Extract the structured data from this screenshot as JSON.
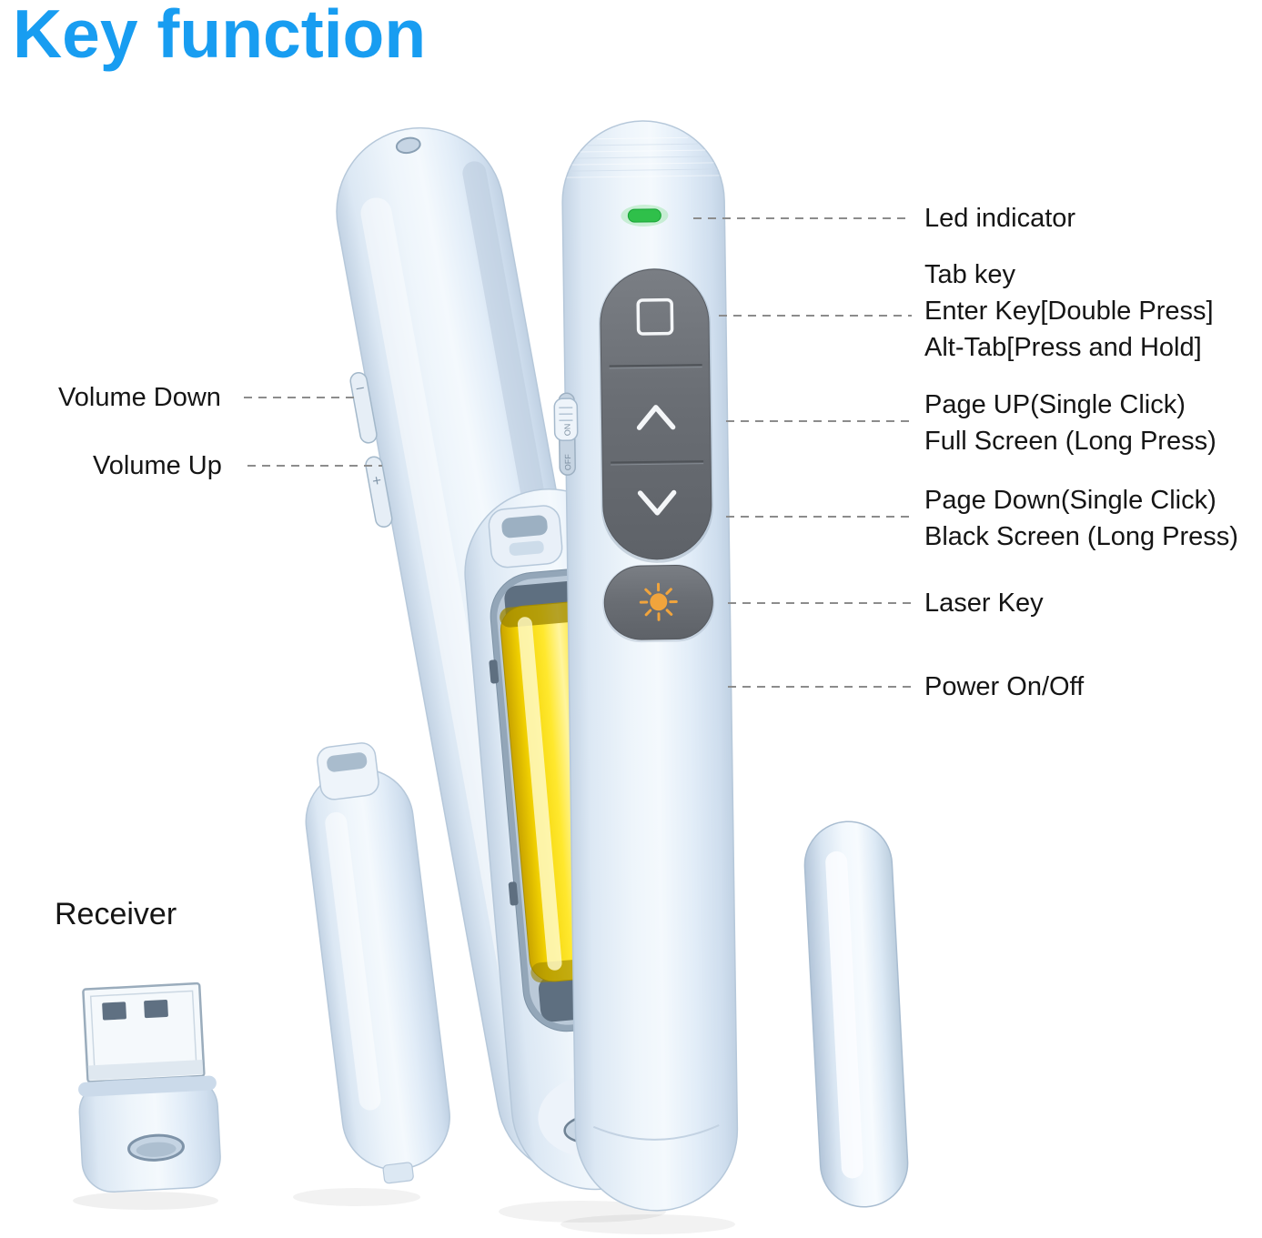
{
  "title": "Key function",
  "labels": {
    "led_indicator": "Led indicator",
    "tab_key": "Tab key",
    "enter_key": "Enter Key[Double Press]",
    "alt_tab": "Alt-Tab[Press and Hold]",
    "page_up": "Page UP(Single Click)",
    "full_screen": "Full Screen (Long Press)",
    "page_down": "Page Down(Single Click)",
    "black_screen": "Black Screen (Long Press)",
    "laser_key": "Laser Key",
    "power": "Power On/Off",
    "volume_down": "Volume Down",
    "volume_up": "Volume Up",
    "receiver": "Receiver"
  },
  "device": {
    "switch_on": "ON",
    "switch_off": "OFF",
    "volume_minus": "−",
    "volume_plus": "+"
  },
  "icons": {
    "led": "led-indicator-light",
    "tab": "tab-square-icon",
    "page_up": "chevron-up-icon",
    "page_down": "chevron-down-icon",
    "laser": "sun-laser-icon",
    "receiver": "usb-plug-icon"
  },
  "colors": {
    "title": "#189df1",
    "body": "#e4eef8",
    "button_panel": "#6c7076",
    "battery": "#ffe52a",
    "led": "#2fc04a",
    "laser_icon": "#f1a43c"
  }
}
